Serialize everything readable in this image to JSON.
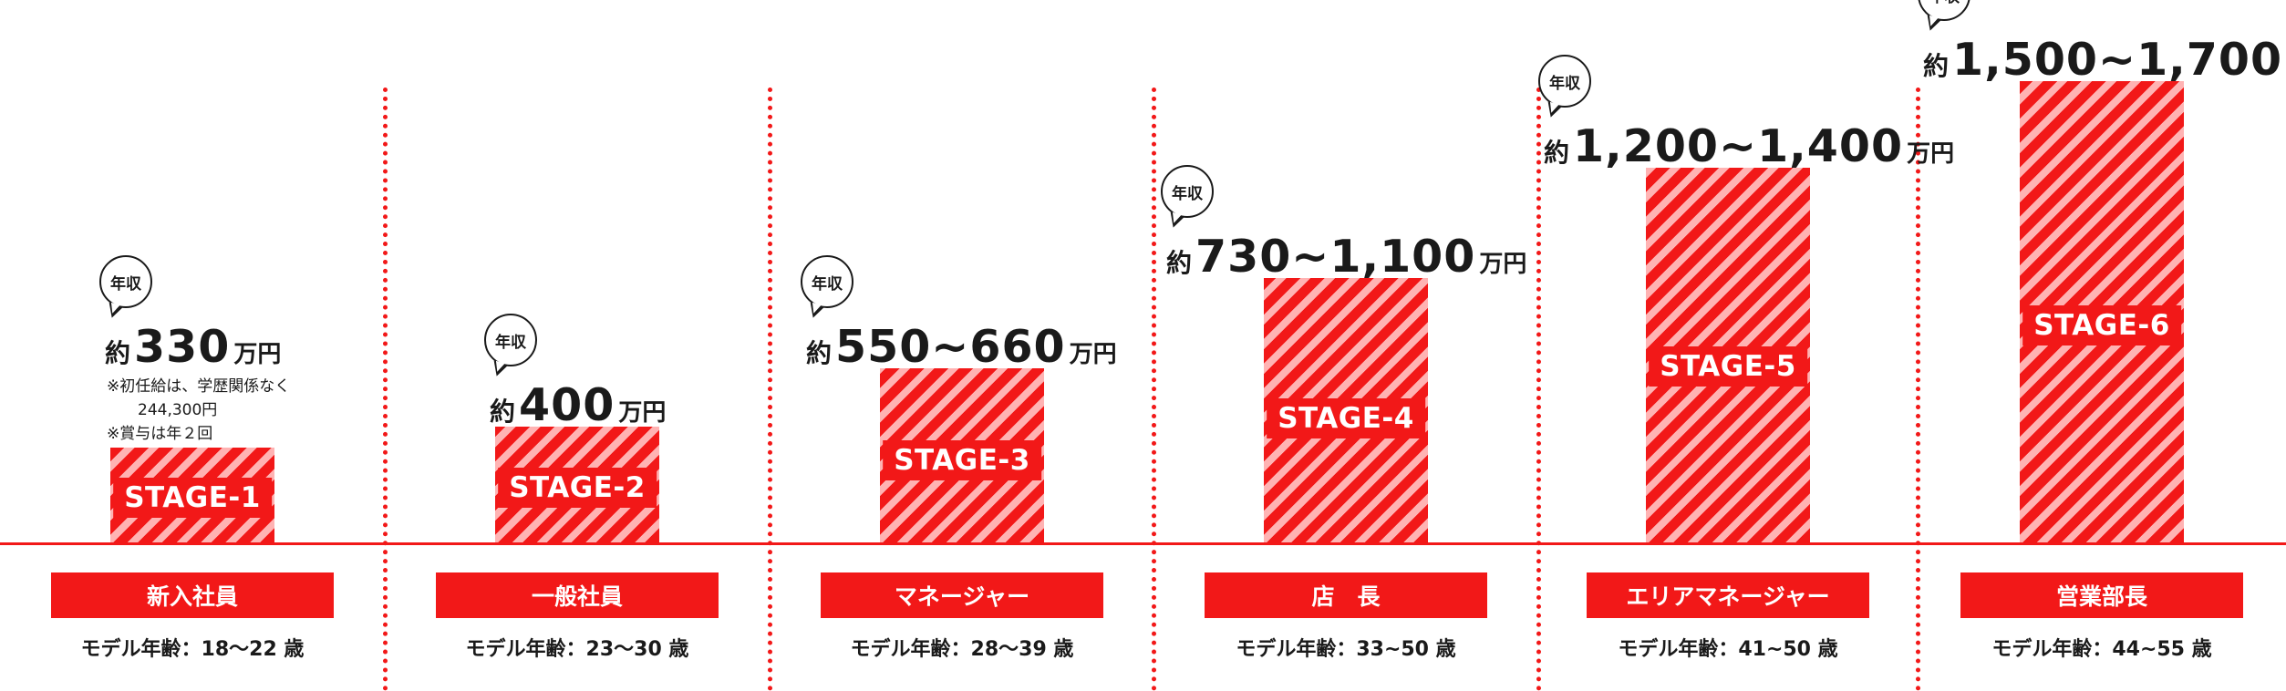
{
  "chart_data": {
    "type": "bar",
    "categories": [
      "STAGE-1",
      "STAGE-2",
      "STAGE-3",
      "STAGE-4",
      "STAGE-5",
      "STAGE-6"
    ],
    "values": [
      330,
      400,
      605,
      915,
      1300,
      1600
    ],
    "ylim": [
      0,
      1700
    ],
    "colors": {
      "bar": "#f21818",
      "stripe": "#ffb3b3",
      "text": "#1a1a1a"
    },
    "bubble_label": "年収",
    "prefix": "約",
    "unit": "万円",
    "stages": [
      {
        "stage": "STAGE-1",
        "salary_value": 330,
        "salary_text": "330",
        "position": "新入社員",
        "age": "モデル年齢：18〜22 歳",
        "notes": [
          "※初任給は、学歴関係なく",
          "244,300円",
          "※賞与は年２回"
        ]
      },
      {
        "stage": "STAGE-2",
        "salary_value": 400,
        "salary_text": "400",
        "position": "一般社員",
        "age": "モデル年齢：23〜30 歳"
      },
      {
        "stage": "STAGE-3",
        "salary_value": 605,
        "salary_text": "550~660",
        "position": "マネージャー",
        "age": "モデル年齢：28〜39 歳"
      },
      {
        "stage": "STAGE-4",
        "salary_value": 915,
        "salary_text": "730~1,100",
        "position": "店　長",
        "age": "モデル年齢：33~50 歳"
      },
      {
        "stage": "STAGE-5",
        "salary_value": 1300,
        "salary_text": "1,200~1,400",
        "position": "エリアマネージャー",
        "age": "モデル年齢：41~50 歳"
      },
      {
        "stage": "STAGE-6",
        "salary_value": 1600,
        "salary_text": "1,500~1,700",
        "position": "営業部長",
        "age": "モデル年齢：44~55 歳"
      }
    ]
  }
}
